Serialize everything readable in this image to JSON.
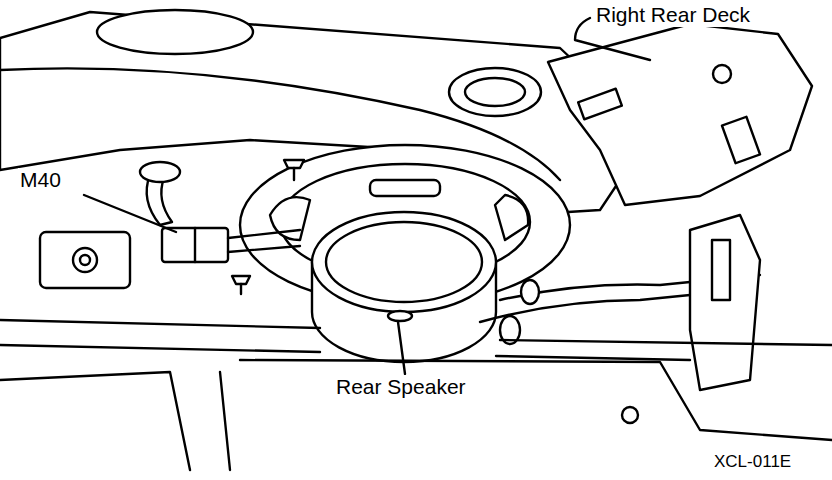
{
  "diagram": {
    "labels": [
      "Right Rear Deck",
      "M40",
      "Rear Speaker",
      "XCL-011E"
    ]
  }
}
